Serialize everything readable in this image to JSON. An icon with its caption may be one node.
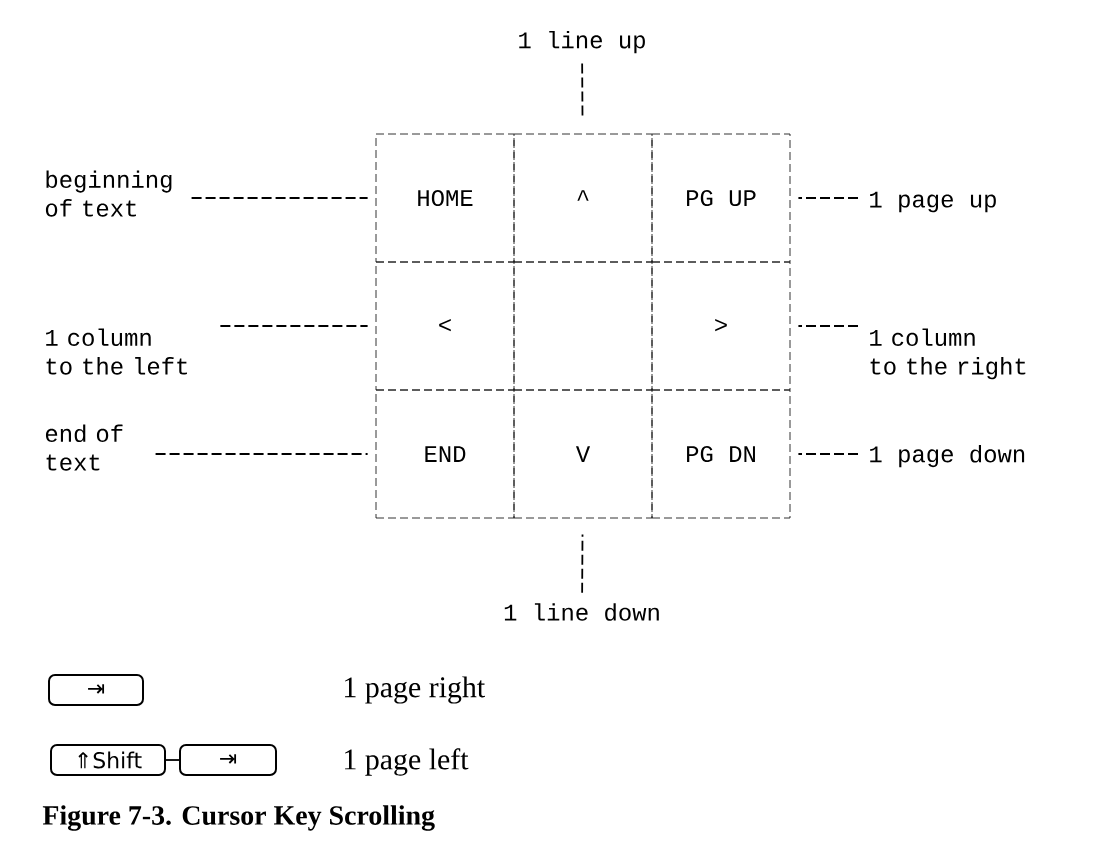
{
  "diagram": {
    "caption": "Figure 7-3. Cursor Key Scrolling",
    "nodes": [
      {
        "text": [
          "HOME"
        ]
      },
      {
        "text": [
          "^"
        ]
      },
      {
        "text": [
          "PG UP"
        ]
      },
      {
        "text": [
          "<"
        ]
      },
      {
        "text": [],
        "shape": "box"
      },
      {
        "text": [
          ">"
        ]
      },
      {
        "text": [
          "END"
        ]
      },
      {
        "text": [
          "V"
        ]
      },
      {
        "text": [
          "PG DN"
        ]
      },
      {
        "text": [
          "1 line up"
        ]
      },
      {
        "text": [
          "beginning of text"
        ]
      },
      {
        "text": [
          "1 page up"
        ]
      },
      {
        "text": [
          "1 column to the left"
        ]
      },
      {
        "text": [
          "1 column to the right"
        ]
      },
      {
        "text": [
          "end of text"
        ]
      },
      {
        "text": [
          "1 page down"
        ]
      },
      {
        "text": [
          "1 line down"
        ]
      },
      {
        "text": [
          "⇥"
        ]
      },
      {
        "text": [
          "⇑Shift"
        ]
      },
      {
        "text": [
          "⇥"
        ]
      }
    ],
    "labels": [
      "1 page right",
      "1 page left"
    ],
    "edges": [
      {
        "from": 9,
        "to": 1,
        "arrow": "none",
        "style": "dashed"
      },
      {
        "from": 10,
        "to": 0,
        "arrow": "none",
        "style": "dashed"
      },
      {
        "from": 11,
        "to": 2,
        "arrow": "none",
        "style": "dashed"
      },
      {
        "from": 12,
        "to": 3,
        "arrow": "none",
        "style": "dashed"
      },
      {
        "from": 13,
        "to": 5,
        "arrow": "none",
        "style": "dashed"
      },
      {
        "from": 14,
        "to": 6,
        "arrow": "none",
        "style": "dashed"
      },
      {
        "from": 15,
        "to": 8,
        "arrow": "none",
        "style": "dashed"
      },
      {
        "from": 16,
        "to": 7,
        "arrow": "none",
        "style": "dashed"
      },
      {
        "from": 18,
        "to": 19,
        "arrow": "none"
      }
    ]
  }
}
